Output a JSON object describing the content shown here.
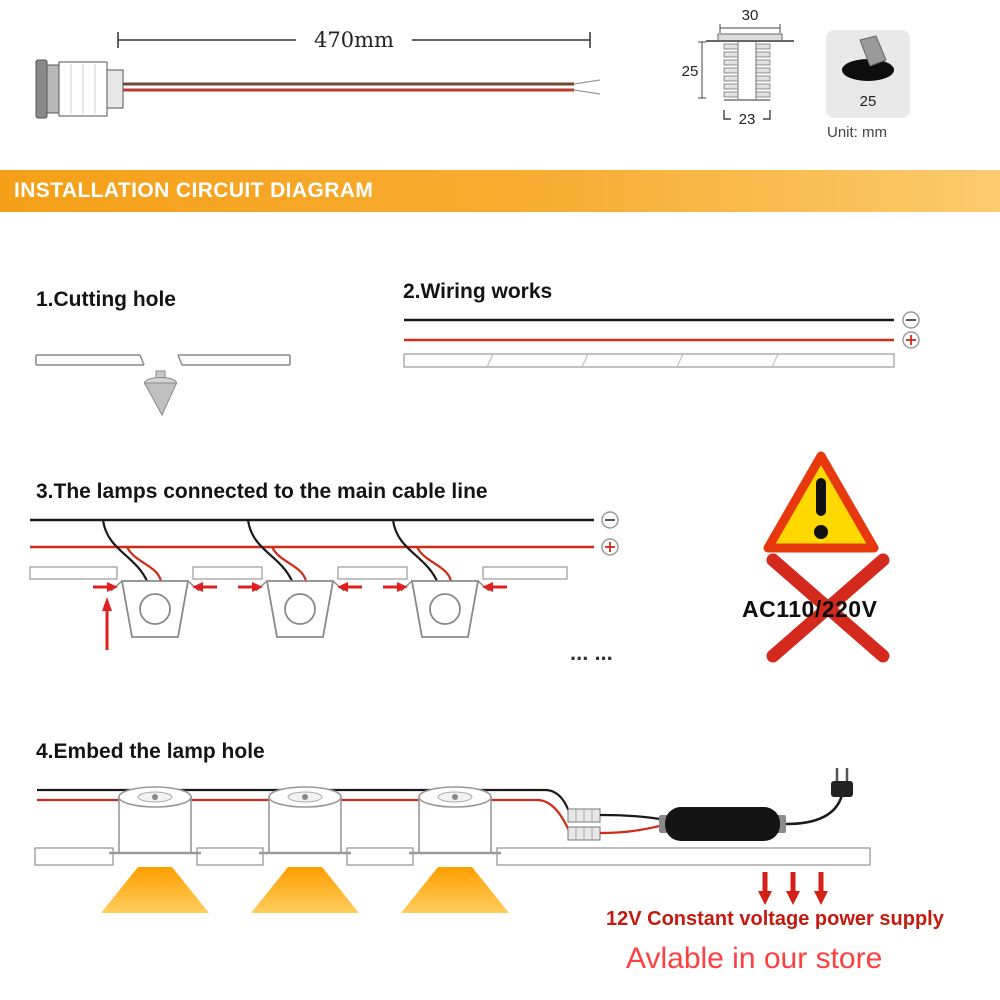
{
  "top": {
    "cable_length_label": "470mm",
    "dims": {
      "width_top": "30",
      "height": "25",
      "width_bottom": "23",
      "hole_diameter": "25"
    },
    "unit_label": "Unit: mm"
  },
  "banner": {
    "title": "INSTALLATION CIRCUIT DIAGRAM"
  },
  "steps": [
    {
      "label": "1.Cutting hole"
    },
    {
      "label": "2.Wiring works"
    },
    {
      "label": "3.The lamps connected to the main cable line"
    },
    {
      "label": "4.Embed the lamp hole"
    }
  ],
  "step3": {
    "dots": "... ...",
    "voltage_warning": "AC110/220V"
  },
  "step4": {
    "power_supply_label": "12V Constant voltage power supply"
  },
  "footer": {
    "store_label": "Avlable in our store"
  },
  "colors": {
    "banner_orange": "#F5A018",
    "wire_red": "#D02A18",
    "wire_black": "#1A1A1A",
    "warning_fill": "#FFD800",
    "warning_border": "#E8380D",
    "cross_red": "#D42A1E",
    "beam_orange": "#FFA500",
    "power_text_red": "#C41A10",
    "store_text_red": "#FF4040"
  }
}
